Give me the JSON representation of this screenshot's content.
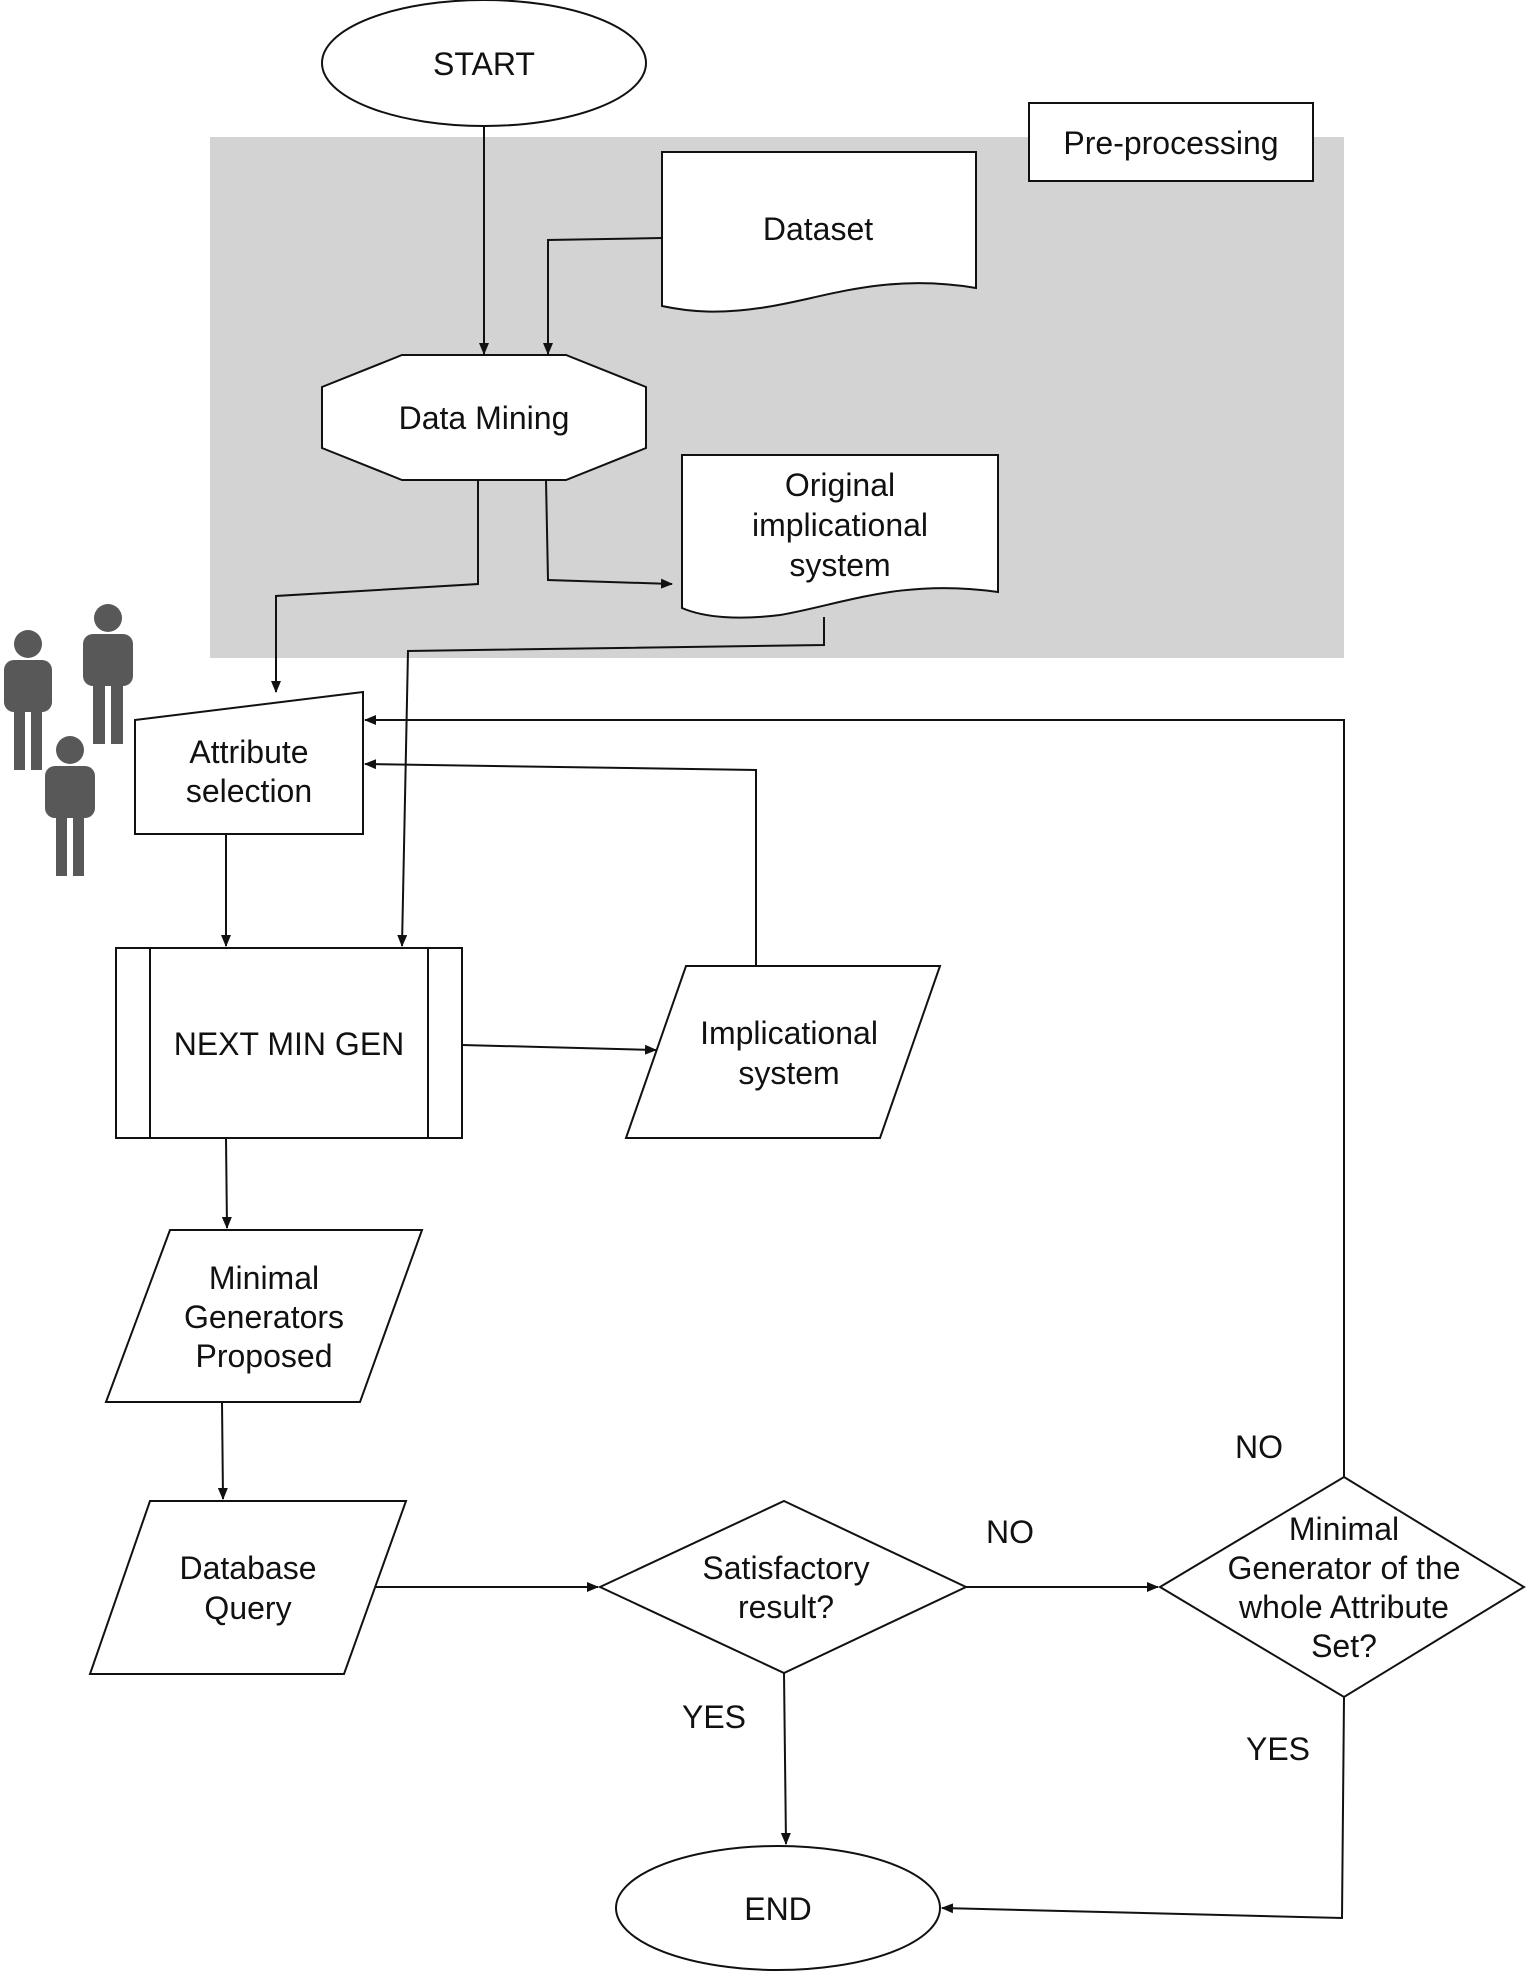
{
  "diagram": {
    "region": {
      "label": "Pre-processing"
    },
    "nodes": {
      "start": {
        "label": "START"
      },
      "dataset": {
        "label": "Dataset"
      },
      "data_mining": {
        "label": "Data Mining"
      },
      "original_system": {
        "lines": [
          "Original",
          "implicational",
          "system"
        ]
      },
      "attribute_selection": {
        "lines": [
          "Attribute",
          "selection"
        ]
      },
      "next_min_gen": {
        "label": "NEXT MIN GEN"
      },
      "implicational_system": {
        "lines": [
          "Implicational",
          "system"
        ]
      },
      "minimal_generators": {
        "lines": [
          "Minimal",
          "Generators",
          "Proposed"
        ]
      },
      "database_query": {
        "lines": [
          "Database",
          "Query"
        ]
      },
      "satisfactory": {
        "lines": [
          "Satisfactory",
          "result?"
        ]
      },
      "whole_set": {
        "lines": [
          "Minimal",
          "Generator of the",
          "whole Attribute",
          "Set?"
        ]
      },
      "end": {
        "label": "END"
      }
    },
    "edge_labels": {
      "satisfactory_no": "NO",
      "satisfactory_yes": "YES",
      "whole_set_no": "NO",
      "whole_set_yes": "YES"
    }
  }
}
